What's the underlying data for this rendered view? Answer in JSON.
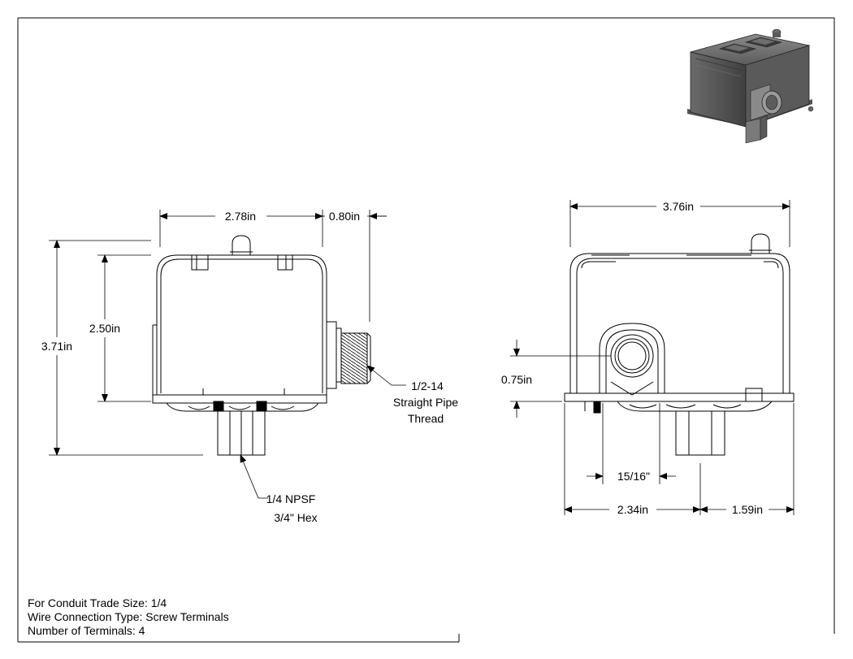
{
  "colors": {
    "line": "#000000",
    "render_dark": "#4a4a4a",
    "render_mid": "#7a7a7a",
    "render_light": "#a6a6a6"
  },
  "front_view": {
    "dim_width": "2.78in",
    "dim_fitting": "0.80in",
    "dim_height_total": "3.71in",
    "dim_height_body": "2.50in",
    "callout_thread_line1": "1/2-14",
    "callout_thread_line2": "Straight Pipe",
    "callout_thread_line3": "Thread",
    "callout_port_line1": "1/4 NPSF",
    "callout_port_line2": "3/4\" Hex"
  },
  "side_view": {
    "dim_width": "3.76in",
    "dim_conduit_offset": "0.75in",
    "dim_conduit_width": "15/16\"",
    "dim_left": "2.34in",
    "dim_right": "1.59in"
  },
  "specs": {
    "conduit": "For Conduit Trade Size: 1/4",
    "wire_connection": "Wire Connection Type: Screw Terminals",
    "terminals": "Number of Terminals: 4"
  },
  "icons": {
    "isometric": "pressure-switch-isometric-icon"
  }
}
